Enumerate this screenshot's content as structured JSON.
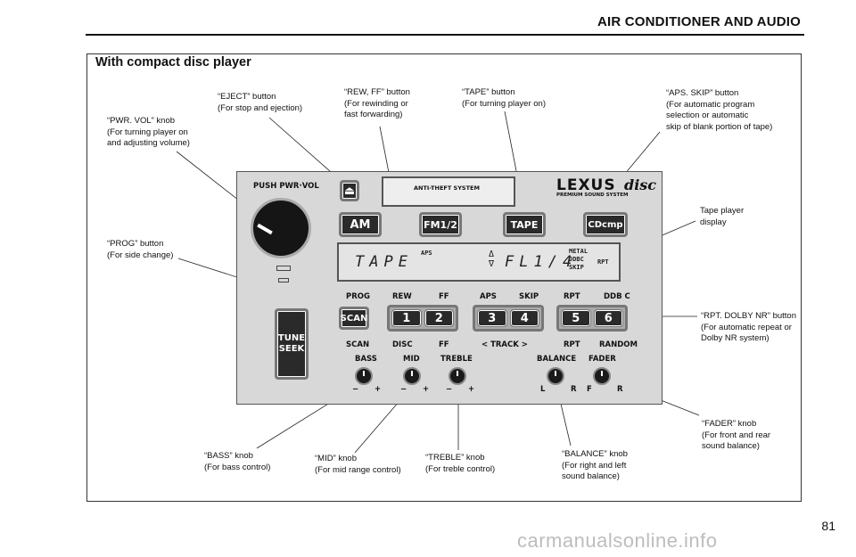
{
  "header": {
    "title": "AIR CONDITIONER AND AUDIO"
  },
  "section_title": "With compact disc player",
  "callouts": {
    "pwr_vol": "“PWR. VOL” knob\n(For turning player on\nand adjusting volume)",
    "eject": "“EJECT” button\n(For stop and ejection)",
    "rew_ff": "“REW, FF” button\n(For rewinding or\nfast forwarding)",
    "tape": "“TAPE” button\n(For turning player on)",
    "aps_skip": "“APS. SKIP” button\n(For automatic program\nselection or automatic\nskip of blank portion of tape)",
    "tape_display": "Tape player\ndisplay",
    "prog": "“PROG” button\n(For side change)",
    "rpt_dolby": "“RPT. DOLBY NR” button\n(For automatic repeat or\nDolby NR system)",
    "fader": "“FADER” knob\n(For front and rear\nsound balance)",
    "bass": "“BASS” knob\n(For bass control)",
    "mid": "“MID” knob\n(For mid range control)",
    "treble": "“TREBLE” knob\n(For treble control)",
    "balance": "“BALANCE” knob\n(For right and left\nsound balance)"
  },
  "panel": {
    "push_pwr_vol": "PUSH PWR·VOL",
    "anti_theft": "ANTI-THEFT SYSTEM",
    "brand": "LEXUS",
    "brand_sub": "PREMIUM SOUND SYSTEM",
    "disc_logo": "disc",
    "buttons": {
      "am": "AM",
      "fm": "FM1/2",
      "tape": "TAPE",
      "cd": "CDcmp",
      "scan": "SCAN",
      "tune_seek": "TUNE\nSEEK",
      "p1": "1",
      "p2": "2",
      "p3": "3",
      "p4": "4",
      "p5": "5",
      "p6": "6"
    },
    "display": {
      "tape": "TAPE",
      "aps": "APS",
      "arrows": "Δ\n∇",
      "digits": "FL1/4",
      "metal": "METAL\nDDBC\nSKIP",
      "rpt": "RPT"
    },
    "upper_labels": {
      "prog": "PROG",
      "rew": "REW",
      "ff": "FF",
      "aps": "APS",
      "skip": "SKIP",
      "rpt": "RPT",
      "dbc": "DDB C"
    },
    "lower_labels": {
      "scan": "SCAN",
      "disc": "DISC",
      "ff": "FF",
      "track": "< TRACK >",
      "rpt": "RPT",
      "random": "RANDOM"
    },
    "knob_labels": {
      "bass": "BASS",
      "mid": "MID",
      "treble": "TREBLE",
      "balance": "BALANCE",
      "fader": "FADER"
    },
    "knob_scale": {
      "minus": "−",
      "plus": "+",
      "l": "L",
      "r": "R",
      "f": "F",
      "r2": "R"
    }
  },
  "page_number": "81",
  "watermark": "carmanualsonline.info"
}
